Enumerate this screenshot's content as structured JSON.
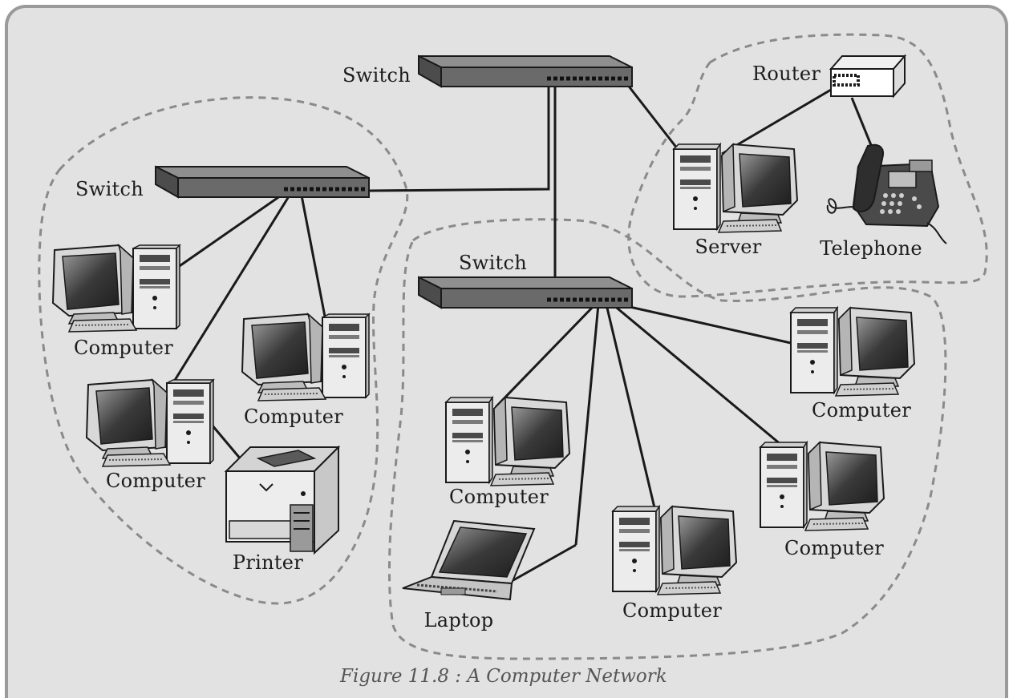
{
  "figure": {
    "caption": "Figure 11.8 :  A Computer Network",
    "labels": {
      "switch_top": "Switch",
      "switch_left": "Switch",
      "switch_center": "Switch",
      "router": "Router",
      "server": "Server",
      "telephone": "Telephone",
      "computer_left_1": "Computer",
      "computer_left_2": "Computer",
      "computer_left_3": "Computer",
      "printer": "Printer",
      "computer_center_1": "Computer",
      "laptop": "Laptop",
      "computer_center_2": "Computer",
      "computer_right_1": "Computer",
      "computer_right_2": "Computer"
    }
  }
}
